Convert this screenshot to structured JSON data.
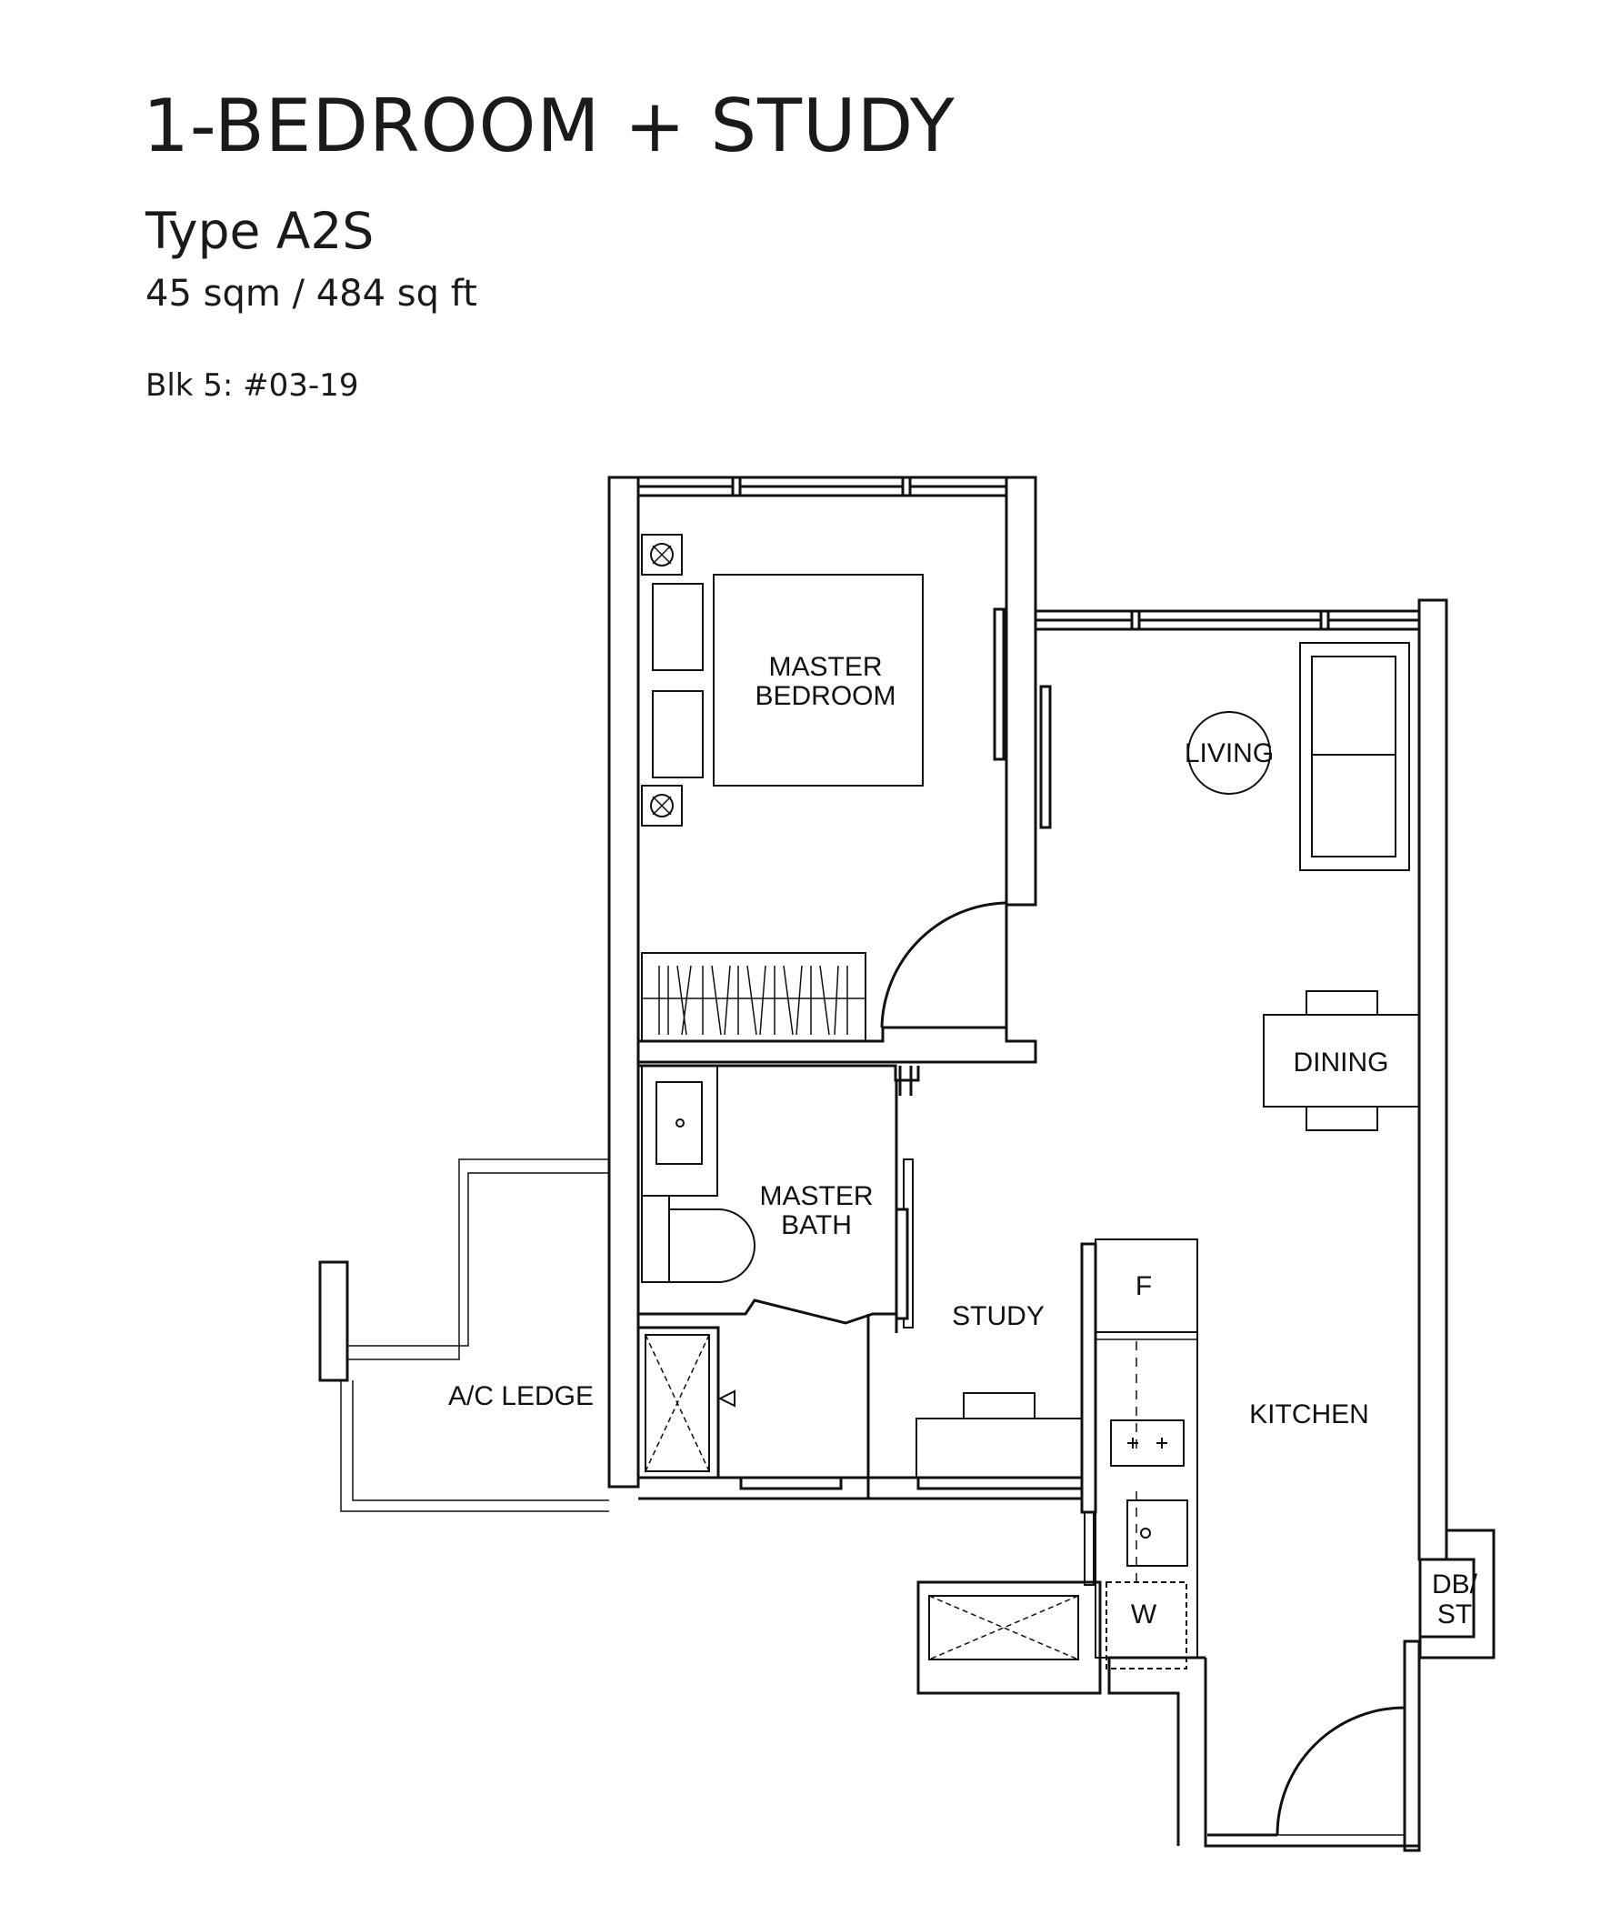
{
  "header": {
    "title": "1-BEDROOM + STUDY",
    "type": "Type A2S",
    "area": "45 sqm / 484 sq ft",
    "unit": "Blk 5: #03-19"
  },
  "rooms": {
    "master_bedroom_line1": "MASTER",
    "master_bedroom_line2": "BEDROOM",
    "living": "LIVING",
    "dining": "DINING",
    "master_bath_line1": "MASTER",
    "master_bath_line2": "BATH",
    "study": "STUDY",
    "kitchen": "KITCHEN",
    "ac_ledge": "A/C LEDGE",
    "fridge": "F",
    "washer": "W",
    "dbst_line1": "DB/",
    "dbst_line2": "ST"
  }
}
